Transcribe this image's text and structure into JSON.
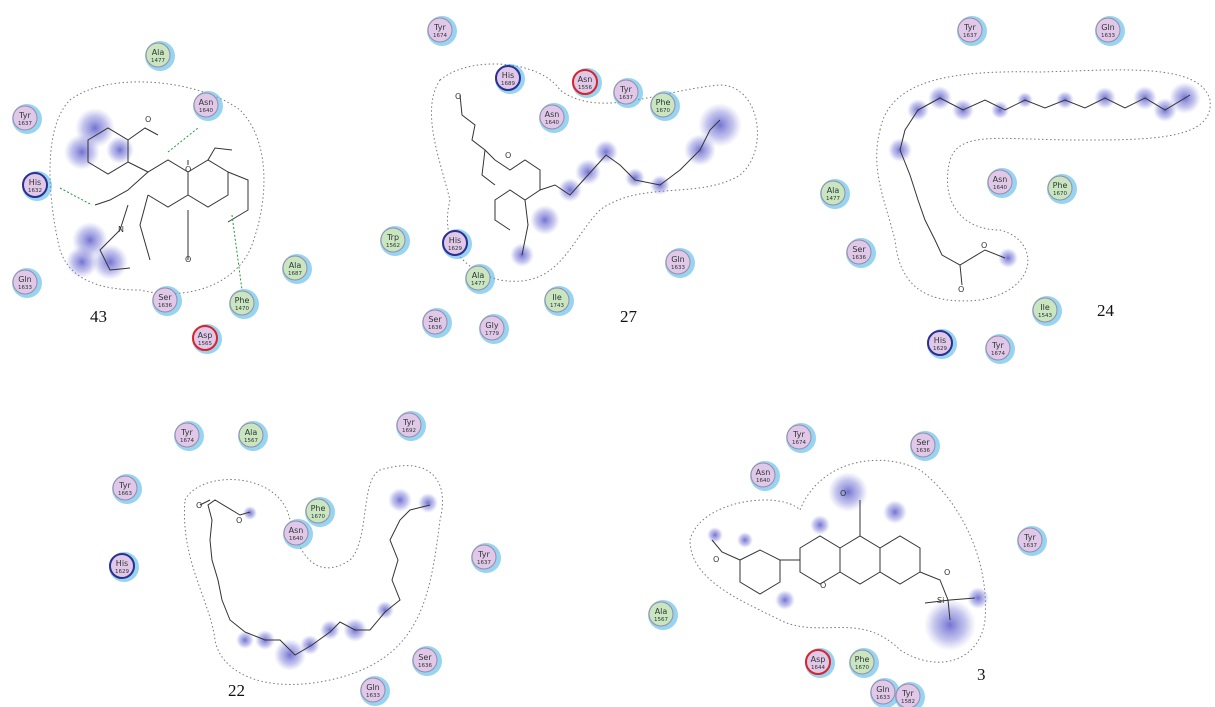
{
  "panels": [
    {
      "id": "p43",
      "label": "43"
    },
    {
      "id": "p27",
      "label": "27"
    },
    {
      "id": "p24",
      "label": "24"
    },
    {
      "id": "p22",
      "label": "22"
    },
    {
      "id": "p3",
      "label": "3"
    }
  ],
  "residues": {
    "p43": [
      {
        "name": "Ala",
        "num": "1477",
        "kind": "green"
      },
      {
        "name": "Asn",
        "num": "1640",
        "kind": "pink"
      },
      {
        "name": "Tyr",
        "num": "1637",
        "kind": "pink"
      },
      {
        "name": "His",
        "num": "1632",
        "kind": "pink-ring"
      },
      {
        "name": "Ala",
        "num": "1687",
        "kind": "green"
      },
      {
        "name": "Phe",
        "num": "1470",
        "kind": "green"
      },
      {
        "name": "Gln",
        "num": "1633",
        "kind": "pink"
      },
      {
        "name": "Ser",
        "num": "1636",
        "kind": "pink"
      },
      {
        "name": "Asp",
        "num": "1565",
        "kind": "pink-red"
      }
    ],
    "p27": [
      {
        "name": "Tyr",
        "num": "1674",
        "kind": "pink"
      },
      {
        "name": "His",
        "num": "1689",
        "kind": "pink-ring"
      },
      {
        "name": "Asn",
        "num": "1556",
        "kind": "pink-red"
      },
      {
        "name": "Tyr",
        "num": "1637",
        "kind": "pink"
      },
      {
        "name": "Phe",
        "num": "1670",
        "kind": "green"
      },
      {
        "name": "Asn",
        "num": "1640",
        "kind": "pink"
      },
      {
        "name": "Trp",
        "num": "1562",
        "kind": "green"
      },
      {
        "name": "His",
        "num": "1629",
        "kind": "pink-ring"
      },
      {
        "name": "Ala",
        "num": "1477",
        "kind": "green"
      },
      {
        "name": "Gln",
        "num": "1633",
        "kind": "pink"
      },
      {
        "name": "Ile",
        "num": "1743",
        "kind": "green"
      },
      {
        "name": "Ser",
        "num": "1636",
        "kind": "pink"
      },
      {
        "name": "Gly",
        "num": "1779",
        "kind": "pink"
      }
    ],
    "p24": [
      {
        "name": "Tyr",
        "num": "1637",
        "kind": "pink"
      },
      {
        "name": "Gln",
        "num": "1633",
        "kind": "pink"
      },
      {
        "name": "Asn",
        "num": "1640",
        "kind": "pink"
      },
      {
        "name": "Phe",
        "num": "1670",
        "kind": "green"
      },
      {
        "name": "Ala",
        "num": "1477",
        "kind": "green"
      },
      {
        "name": "Ser",
        "num": "1636",
        "kind": "pink"
      },
      {
        "name": "Ile",
        "num": "1543",
        "kind": "green"
      },
      {
        "name": "His",
        "num": "1629",
        "kind": "pink-ring"
      },
      {
        "name": "Tyr",
        "num": "1674",
        "kind": "pink"
      }
    ],
    "p22": [
      {
        "name": "Tyr",
        "num": "1674",
        "kind": "pink"
      },
      {
        "name": "Ala",
        "num": "1567",
        "kind": "green"
      },
      {
        "name": "Tyr",
        "num": "1692",
        "kind": "pink"
      },
      {
        "name": "Tyr",
        "num": "1663",
        "kind": "pink"
      },
      {
        "name": "Phe",
        "num": "1670",
        "kind": "green"
      },
      {
        "name": "His",
        "num": "1629",
        "kind": "pink-ring"
      },
      {
        "name": "Asn",
        "num": "1640",
        "kind": "pink"
      },
      {
        "name": "Tyr",
        "num": "1637",
        "kind": "pink"
      },
      {
        "name": "Ser",
        "num": "1636",
        "kind": "pink"
      },
      {
        "name": "Gln",
        "num": "1633",
        "kind": "pink"
      }
    ],
    "p3": [
      {
        "name": "Tyr",
        "num": "1674",
        "kind": "pink"
      },
      {
        "name": "Ser",
        "num": "1636",
        "kind": "pink"
      },
      {
        "name": "Asn",
        "num": "1640",
        "kind": "pink"
      },
      {
        "name": "Tyr",
        "num": "1637",
        "kind": "pink"
      },
      {
        "name": "Ala",
        "num": "1567",
        "kind": "green"
      },
      {
        "name": "Phe",
        "num": "1670",
        "kind": "green"
      },
      {
        "name": "Asp",
        "num": "1644",
        "kind": "pink-red"
      },
      {
        "name": "Gln",
        "num": "1633",
        "kind": "pink"
      },
      {
        "name": "Tyr",
        "num": "1582",
        "kind": "pink"
      }
    ]
  },
  "atom_labels": {
    "oxygen": "O",
    "nitrogen": "N",
    "silicon": "Si"
  },
  "colors": {
    "polar_residue": "#e0c8e8",
    "hydrophobic_residue": "#c8e6c0",
    "acidic_ring": "#d9232a",
    "basic_ring": "#2b2f8f",
    "residue_ring": "#9a8aa6",
    "solvent_exposure": "#40b0e8",
    "ligand_exposure": "#6a6ad0",
    "hbond": "#1e9a3a"
  }
}
